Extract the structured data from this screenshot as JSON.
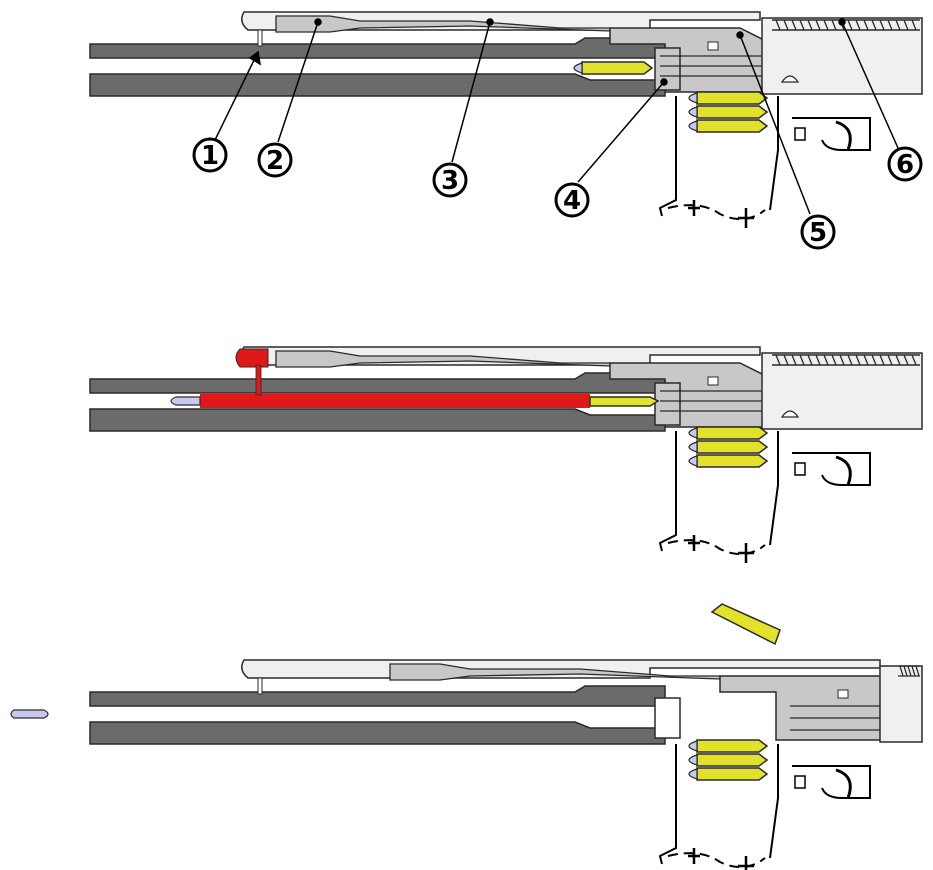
{
  "callouts": [
    {
      "id": "1",
      "label": "1"
    },
    {
      "id": "2",
      "label": "2"
    },
    {
      "id": "3",
      "label": "3"
    },
    {
      "id": "4",
      "label": "4"
    },
    {
      "id": "5",
      "label": "5"
    },
    {
      "id": "6",
      "label": "6"
    }
  ],
  "colors": {
    "barrel": "#6b6b6b",
    "outline": "#2a2a2a",
    "cover": "#f0f0f0",
    "carrier": "#c8c8c8",
    "cartridge": "#e2e22a",
    "bullet": "#c9c9f0",
    "gas": "#e01818"
  }
}
